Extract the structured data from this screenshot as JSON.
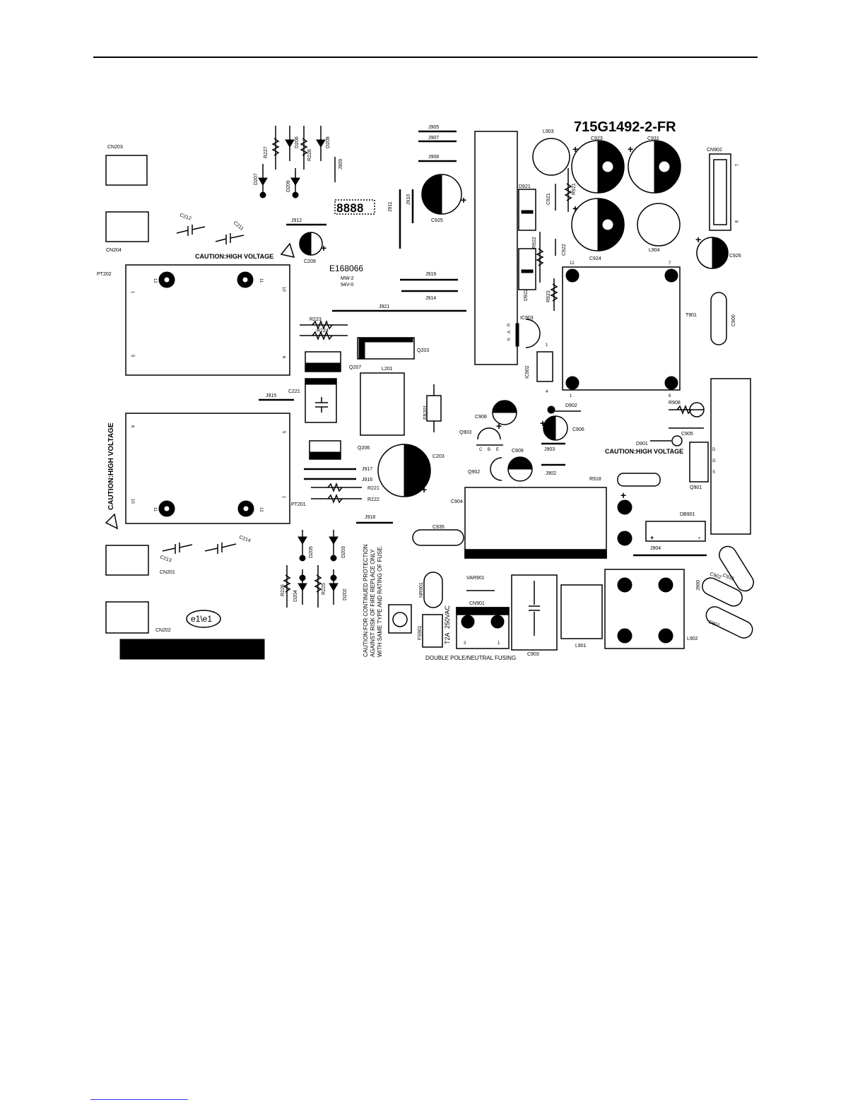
{
  "board": {
    "part_number": "715G1492-2-FR",
    "approval_code": "E168066",
    "approval_sub1": "MW-2",
    "approval_sub2": "94V-0",
    "logo_text": "e1\\e1",
    "counter_glyph": "8888"
  },
  "warnings": {
    "caution_hv_1": "CAUTION:HIGH VOLTAGE",
    "caution_hv_2": "CAUTION:HIGH VOLTAGE",
    "caution_hv_vertical": "CAUTION:HIGH VOLTAGE",
    "fuse_line1": "CAUTION:FOR CONTINUED PROTECTION",
    "fuse_line2": "AGAINST RISK OF FIRE REPLACE ONLY",
    "fuse_line3": "WITH SAME TYPE AND RATING OF FUSE.",
    "double_pole": "DOUBLE POLE/NEUTRAL FUSING",
    "fuse_rating_1": "T2A",
    "fuse_rating_2": "250VAC"
  },
  "labels": {
    "CN203": "CN203",
    "CN204": "CN204",
    "CN201": "CN201",
    "CN202": "CN202",
    "PT202": "PT202",
    "PT201": "PT201",
    "R227": "R227",
    "R228": "R228",
    "D206": "D206",
    "D208": "D208",
    "D207": "D207",
    "D209": "D209",
    "J909": "J909",
    "C212": "C212",
    "C211": "C211",
    "J912": "J912",
    "C209": "C209",
    "R223": "R223",
    "R224": "R224",
    "Q207": "Q207",
    "L201": "L201",
    "Q203": "Q203",
    "J915": "J915",
    "C221": "C221",
    "Q206": "Q206",
    "F201": "FB201",
    "J917": "J917",
    "J916": "J916",
    "R221": "R221",
    "R222": "R222",
    "C203": "C203",
    "J918": "J918",
    "C213": "C213",
    "C214": "C214",
    "D205": "D205",
    "D203": "D203",
    "R226": "R226",
    "R225": "R225",
    "D204": "D204",
    "D202": "D202",
    "J905": "J905",
    "J907": "J907",
    "J908": "J908",
    "J911": "J911",
    "J910": "J910",
    "C925": "C925",
    "J919": "J919",
    "J914": "J914",
    "J921": "J921",
    "L903": "L903",
    "C923": "C923",
    "C931": "C931",
    "CN902": "CN902",
    "D921": "D921",
    "C921": "C921",
    "R921": "R921",
    "R922": "R922",
    "C922": "C922",
    "C924": "C924",
    "L904": "L904",
    "C926": "C926",
    "D922": "D922",
    "R923": "R923",
    "IC903": "IC903",
    "IC902": "IC902",
    "T901": "T901",
    "C900": "C900",
    "C908": "C908",
    "Q903": "Q903",
    "D902": "D902",
    "C906": "C906",
    "R908": "R908",
    "C905": "C905",
    "D901": "D901",
    "C909": "C909",
    "J903": "J903",
    "Q902": "Q902",
    "J902": "J902",
    "Q901": "Q901",
    "R918": "R918",
    "C904": "C904",
    "DB901": "DB901",
    "C935": "C935",
    "J904": "J904",
    "NR901": "NR901",
    "VAR901": "VAR901",
    "CN901": "CN901",
    "FS901": "FS901",
    "C903": "C903",
    "L901": "L901",
    "J900": "J900",
    "C902": "C902",
    "C933": "C933",
    "C901": "C901",
    "L902": "L902"
  },
  "pins": {
    "pt_top": [
      "12",
      "11",
      "1",
      "10",
      "5",
      "6"
    ],
    "pt_bot": [
      "6",
      "5",
      "10",
      "11",
      "12",
      "1"
    ],
    "t901": [
      "12",
      "7",
      "1",
      "6"
    ],
    "ic902": [
      "1",
      "4"
    ],
    "ic903": [
      "R",
      "A",
      "K"
    ],
    "q901": [
      "D",
      "G",
      "S"
    ],
    "cn902": [
      "1",
      "8"
    ],
    "cn901": [
      "3",
      "1"
    ],
    "cbe": [
      "C",
      "B",
      "E"
    ],
    "sign_plus": "+",
    "sign_minus": "-"
  },
  "colors": {
    "ink": "#000000",
    "paper": "#ffffff",
    "footer_link": "#2a3cff"
  }
}
